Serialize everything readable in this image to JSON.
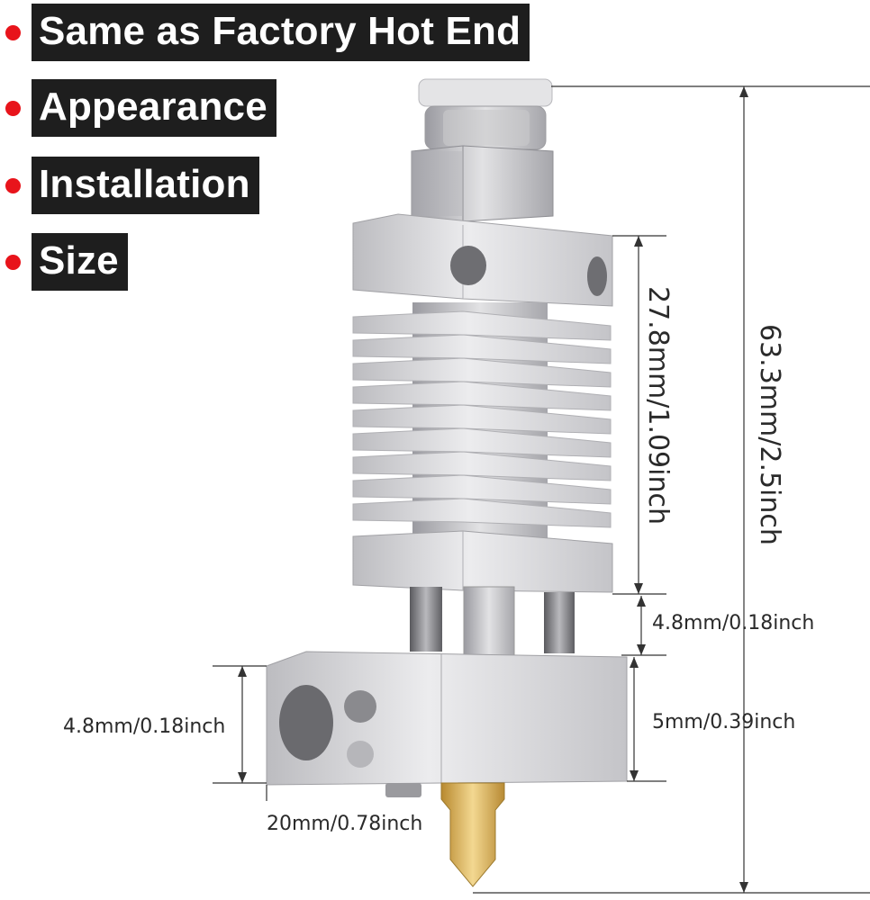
{
  "features": [
    {
      "label": "Same as Factory Hot End"
    },
    {
      "label": "Appearance"
    },
    {
      "label": "Installation"
    },
    {
      "label": "Size"
    }
  ],
  "dimensions": {
    "total_height": "63.3mm/2.5inch",
    "heatsink_height": "27.8mm/1.09inch",
    "throat_gap": "4.8mm/0.18inch",
    "block_height_left": "4.8mm/0.18inch",
    "block_height_right": "5mm/0.39inch",
    "block_width": "20mm/0.78inch"
  },
  "colors": {
    "bullet": "#e8141b",
    "label_bg": "#1e1e1e",
    "aluminum": "#d8d8da",
    "brass": "#d9b25e"
  }
}
